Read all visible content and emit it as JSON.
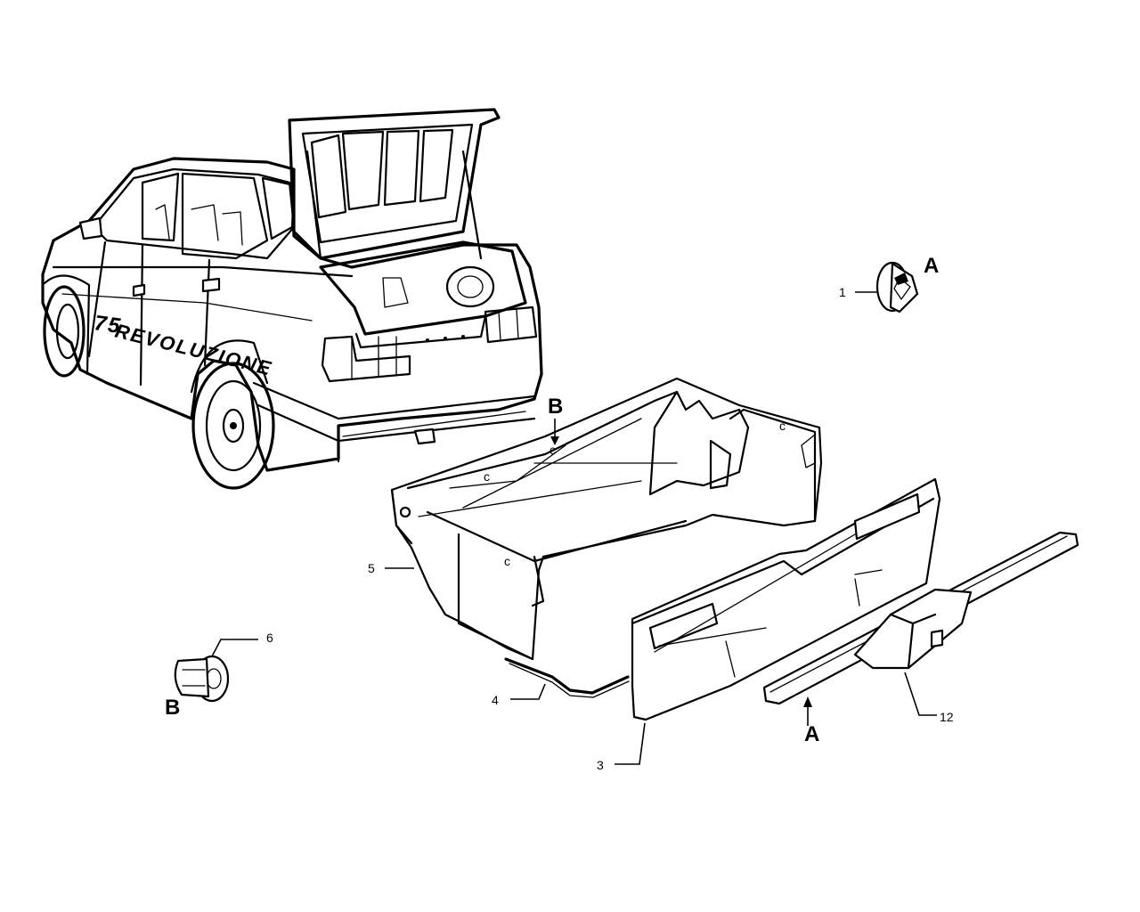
{
  "car": {
    "model_badge": "75",
    "decal_text": "REVOLUZIONE"
  },
  "callouts": {
    "part_1": "1",
    "part_3": "3",
    "part_4": "4",
    "part_5": "5",
    "part_6": "6",
    "part_12": "12"
  },
  "detail_refs": {
    "a_clip": "A",
    "a_sill": "A",
    "b_plug": "B",
    "b_tray": "B"
  },
  "marks": {
    "c1": "c",
    "c2": "c",
    "c3": "c",
    "c4": "c"
  }
}
